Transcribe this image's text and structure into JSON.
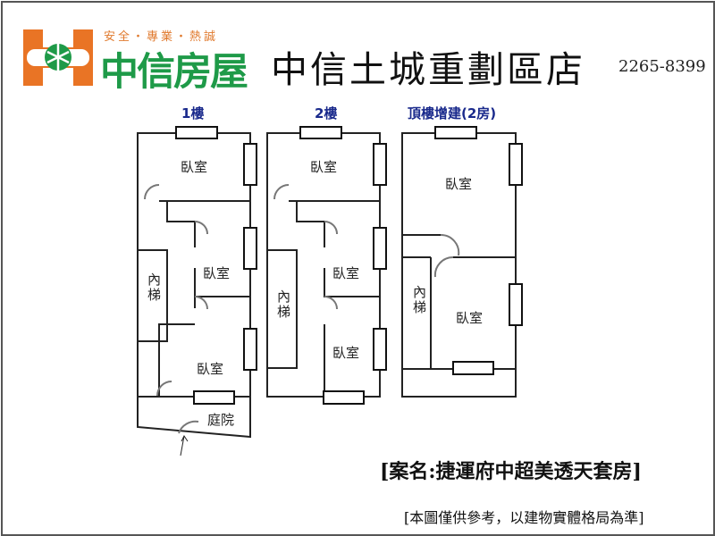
{
  "header": {
    "slogan": "安全・專業・熱誠",
    "brand": "中信房屋",
    "store": "中信土城重劃區店",
    "phone": "2265-8399"
  },
  "floors": [
    {
      "label": "1樓"
    },
    {
      "label": "2樓"
    },
    {
      "label": "頂樓增建(2房)"
    }
  ],
  "rooms": {
    "bedroom": "臥室",
    "stairs": "內梯",
    "courtyard": "庭院"
  },
  "footer": {
    "case_name": "[案名:捷運府中超美透天套房]",
    "note": "[本圖僅供參考，以建物實體格局為準]"
  },
  "colors": {
    "brand_green": "#1e9a48",
    "brand_orange": "#e97425",
    "floor_label": "#1a2a8c"
  }
}
